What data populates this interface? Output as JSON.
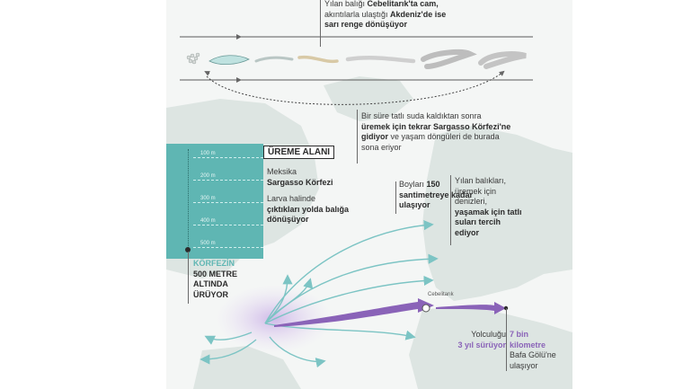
{
  "header_text": {
    "line1_plain": "Yılan balığı ",
    "line1_bold": "Cebelitarık'ta cam,",
    "line2_plain": "akıntılarla ulaştığı ",
    "line2_bold": "Akdeniz'de ise",
    "line3_bold": "sarı renge dönüşüyor"
  },
  "return_text": {
    "line1": "Bir süre tatlı suda kaldıktan sonra",
    "line2_bold": "üremek için tekrar Sargasso Körfezi'ne",
    "line3_bold": "gidiyor",
    "line3_plain": " ve yaşam döngüleri de burada",
    "line4": "sona eriyor"
  },
  "breeding": {
    "title": "ÜREME ALANI",
    "location_line1": "Meksika",
    "location_line2_bold": "Sargasso Körfezi",
    "larva_line1": "Larva halinde",
    "larva_line2_bold": "çıktıkları yolda balığa",
    "larva_line3_bold": "dönüşüyor"
  },
  "depth": {
    "labels": [
      "100 m",
      "200 m",
      "300 m",
      "400 m",
      "500 m"
    ],
    "caption_line1": "KÖRFEZİN",
    "caption_line2": "500 METRE",
    "caption_line3": "ALTINDA",
    "caption_line4": "ÜRÜYOR"
  },
  "length_text": {
    "line1_plain": "Boyları ",
    "line1_bold": "150",
    "line2_bold": "santimetreye kadar",
    "line3_bold": "ulaşıyor"
  },
  "freshwater_text": {
    "line1": "Yılan balıkları,",
    "line2": "üremek için",
    "line3": "denizleri,",
    "line4_bold": "yaşamak için tatlı",
    "line5_bold": "suları tercih",
    "line6_bold": "ediyor"
  },
  "map_label": "Cebelitarık",
  "journey_time": {
    "line1": "Yolculuğu",
    "line2_purple": "3 yıl sürüyor"
  },
  "distance": {
    "line1_purple": "7 bin",
    "line2_purple": "kilometre",
    "line3": "Bafa Gölü'ne",
    "line4": "ulaşıyor"
  },
  "colors": {
    "teal": "#5fb6b3",
    "purple": "#8a63b8",
    "land": "#dde5e2",
    "sea": "#f4f6f5"
  }
}
